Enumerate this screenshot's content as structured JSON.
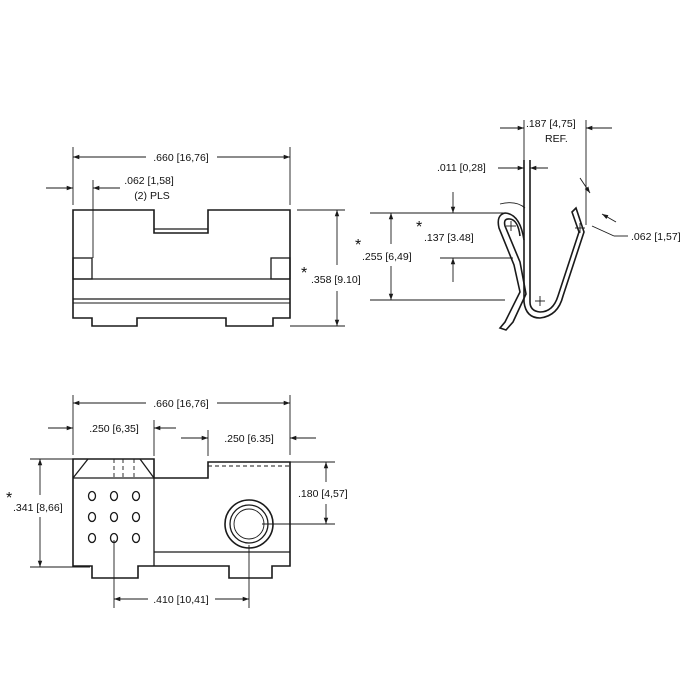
{
  "front_view": {
    "overall_width": ".660 [16,76]",
    "tab_width": ".062 [1,58]",
    "tab_count": "(2) PLS",
    "height_star": "*",
    "height": ".358 [9.10]"
  },
  "side_view": {
    "ref_width": ".187 [4,75]",
    "ref_label": "REF.",
    "thickness": ".011 [0,28]",
    "inner_star": "*",
    "inner_height": ".137 [3.48]",
    "outer_star": "*",
    "outer_height": ".255 [6,49]",
    "lip": ".062 [1,57]"
  },
  "bottom_view": {
    "overall_width": ".660 [16,76]",
    "left_width": ".250 [6,35]",
    "right_width": ".250 [6.35]",
    "height_star": "*",
    "height": ".341 [8,66]",
    "hole_offset": ".180 [4,57]",
    "hole_spacing": ".410 [10,41]"
  }
}
